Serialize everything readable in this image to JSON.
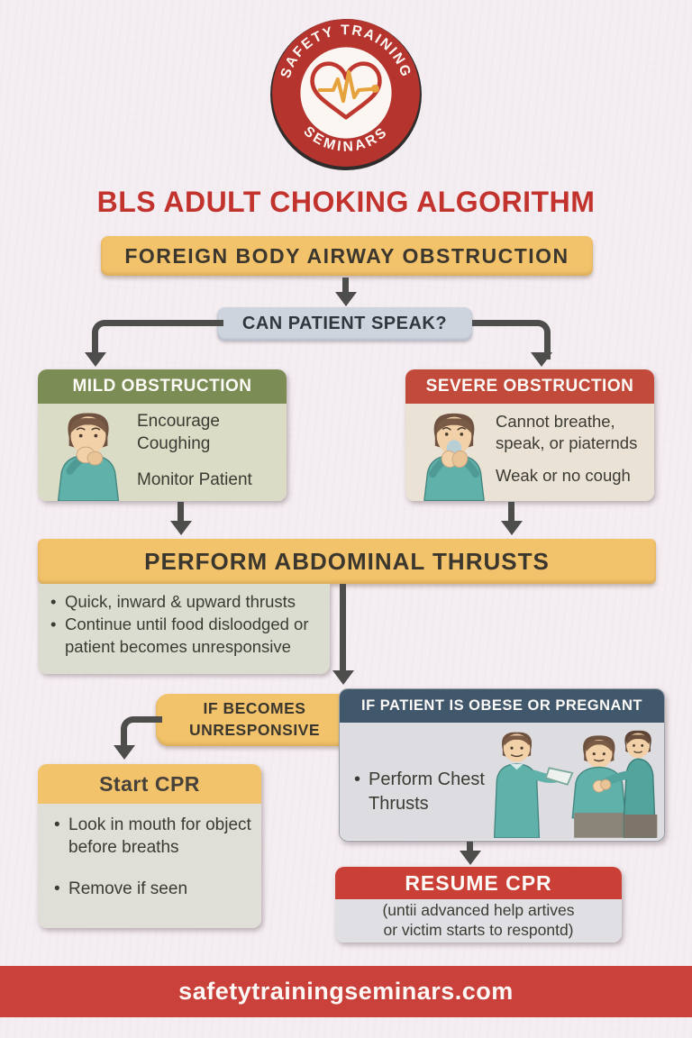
{
  "logo": {
    "top_text": "SAFETY TRAINING",
    "bottom_text": "SEMINARS"
  },
  "title": "BLS ADULT CHOKING ALGORITHM",
  "flow": {
    "fbao_label": "FOREIGN BODY AIRWAY OBSTRUCTION",
    "question_label": "CAN PATIENT SPEAK?",
    "mild": {
      "header": "MILD OBSTRUCTION",
      "line1": "Encourage Coughing",
      "line2": "Monitor Patient"
    },
    "severe": {
      "header": "SEVERE OBSTRUCTION",
      "line1": "Cannot breathe, speak, or piaternds",
      "line2": "Weak or no cough"
    },
    "thrusts": {
      "banner": "PERFORM ABDOMINAL THRUSTS",
      "bullets": [
        "Quick, inward & upward thrusts",
        "Continue until food disloodged or patient becomes unresponsive"
      ]
    },
    "unresponsive": {
      "line1": "IF BECOMES",
      "line2": "UNRESPONSIVE"
    },
    "start_cpr": {
      "header": "Start CPR",
      "bullets": [
        "Look in mouth for object before breaths",
        "Remove if seen"
      ]
    },
    "obese": {
      "header": "IF PATIENT IS OBESE OR PREGNANT",
      "bullet": "Perform Chest Thrusts"
    },
    "resume": {
      "header": "RESUME CPR",
      "note_line1": "(untii advanced help artives",
      "note_line2": "or victim starts to respontd)"
    }
  },
  "footer": {
    "url": "safetytrainingseminars.com"
  },
  "icons": {
    "logo": "heart-ekg-icon",
    "mild": "coughing-person-illustration",
    "severe": "choking-person-illustration",
    "obese": "chest-thrusts-illustration"
  },
  "colors": {
    "background": "#f4eef2",
    "title_red": "#c3332d",
    "accent_yellow": "#f2c36b",
    "question_gray_blue": "#cdd4de",
    "mild_green": "#7b8c55",
    "severe_red": "#c24a3a",
    "obese_navy": "#41576c",
    "resume_red": "#ca4036",
    "footer_red": "#c9413a",
    "arrow_gray": "#4d4d4b"
  }
}
